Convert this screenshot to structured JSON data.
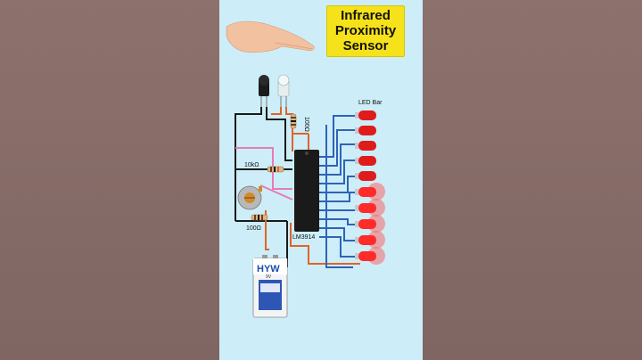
{
  "title": {
    "line1": "Infrared",
    "line2": "Proximity",
    "line3": "Sensor"
  },
  "labels": {
    "led_bar": "LED Bar",
    "r_top": "100Ω",
    "r_mid": "10kΩ",
    "r_bot": "100Ω",
    "ic": "LM3914"
  },
  "battery": {
    "brand": "HYW",
    "sub": "9V"
  },
  "colors": {
    "bg_panel": "#cdeef8",
    "wire_black": "#1a1a1a",
    "wire_blue": "#2f63b8",
    "wire_orange": "#e2622a",
    "wire_pink": "#e97ab7",
    "led_red": "#e01b1b",
    "title_bg": "#f6e21a"
  },
  "icons": [
    "hand-icon",
    "ir-led-icon",
    "photodiode-icon",
    "resistor-icon",
    "potentiometer-icon",
    "ic-chip-icon",
    "battery-icon",
    "led-icon"
  ]
}
